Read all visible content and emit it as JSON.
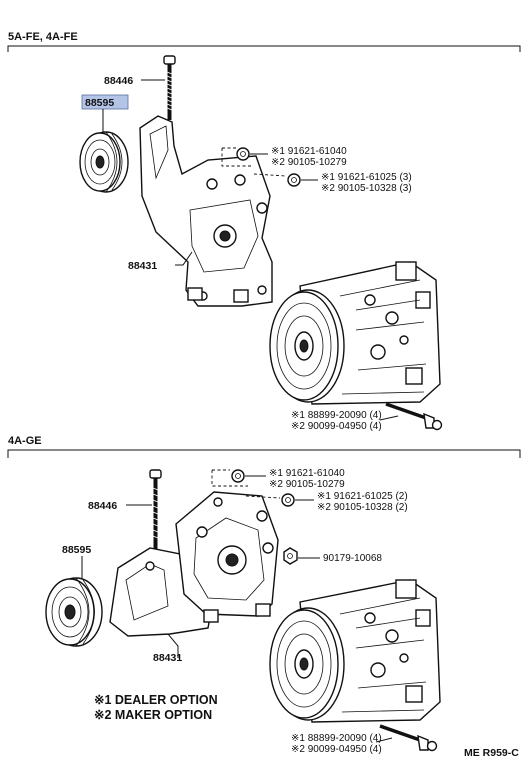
{
  "sections": [
    {
      "title": "5A-FE, 4A-FE",
      "labels": {
        "bolt": "88446",
        "pulley": "88595",
        "bracket": "88431",
        "nut_a1": "※1 91621-61040",
        "nut_a2": "※2 90105-10279",
        "nut_b1": "※1 91621-61025 (3)",
        "nut_b2": "※2 90105-10328 (3)",
        "bolt_c1": "※1 88899-20090 (4)",
        "bolt_c2": "※2 90099-04950 (4)"
      }
    },
    {
      "title": "4A-GE",
      "labels": {
        "bolt": "88446",
        "pulley": "88595",
        "bracket": "88431",
        "nut_a1": "※1 91621-61040",
        "nut_a2": "※2 90105-10279",
        "nut_b1": "※1 91621-61025 (2)",
        "nut_b2": "※2 90105-10328 (2)",
        "nut_d": "90179-10068",
        "bolt_c1": "※1 88899-20090 (4)",
        "bolt_c2": "※2 90099-04950 (4)"
      }
    }
  ],
  "legend": {
    "line1": "※1 DEALER OPTION",
    "line2": "※2 MAKER OPTION"
  },
  "reference": "ME R959-C",
  "highlight_color": "#b4c4e6"
}
